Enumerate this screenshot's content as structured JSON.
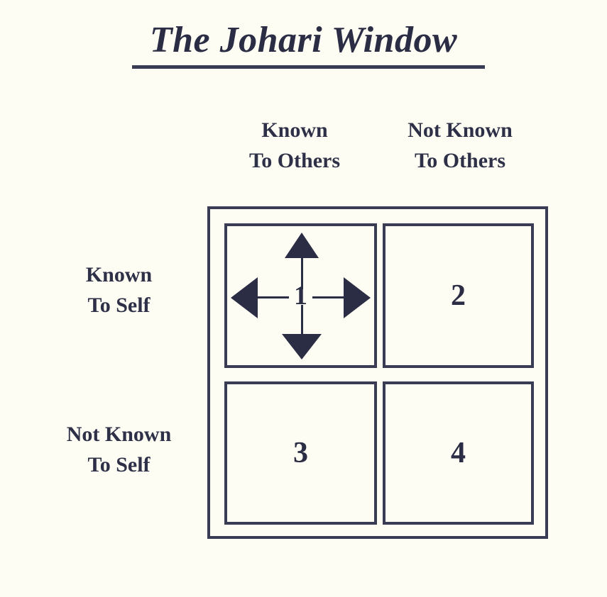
{
  "diagram": {
    "title": "The Johari Window",
    "background_color": "#fdfdf3",
    "ink_color": "#2e3047",
    "column_headers": [
      {
        "line1": "Known",
        "line2": "To Others"
      },
      {
        "line1": "Not Known",
        "line2": "To Others"
      }
    ],
    "row_headers": [
      {
        "line1": "Known",
        "line2": "To Self"
      },
      {
        "line1": "Not Known",
        "line2": "To Self"
      }
    ],
    "quadrants": [
      {
        "number": "1",
        "row": "Known To Self",
        "column": "Known To Others",
        "has_arrows": true
      },
      {
        "number": "2",
        "row": "Known To Self",
        "column": "Not Known To Others",
        "has_arrows": false
      },
      {
        "number": "3",
        "row": "Not Known To Self",
        "column": "Known To Others",
        "has_arrows": false
      },
      {
        "number": "4",
        "row": "Not Known To Self",
        "column": "Not Known To Others",
        "has_arrows": false
      }
    ],
    "arrows": [
      {
        "direction": "up"
      },
      {
        "direction": "right"
      },
      {
        "direction": "down"
      },
      {
        "direction": "left"
      }
    ]
  }
}
